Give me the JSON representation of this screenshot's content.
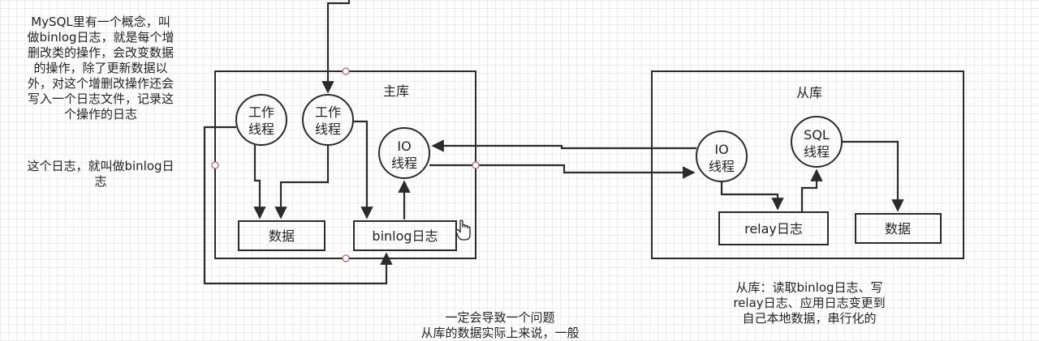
{
  "notes": {
    "left_note": "MySQL里有一个概念，叫\n做binlog日志，就是每个增\n删改类的操作，会改变数据\n的操作，除了更新数据以\n外，对这个增删改操作还会\n写入一个日志文件，记录这\n个操作的日志",
    "left_note2": "这个日志，就叫做binlog日\n志",
    "right_note": "从库：读取binlog日志、写\nrelay日志、应用日志变更到\n自己本地数据，串行化的",
    "bottom_note": "一定会导致一个问题\n从库的数据实际上来说，一般"
  },
  "master": {
    "title": "主库",
    "worker1": [
      "工作",
      "线程"
    ],
    "worker2": [
      "工作",
      "线程"
    ],
    "io": [
      "IO",
      "线程"
    ],
    "data": "数据",
    "binlog": "binlog日志"
  },
  "slave": {
    "title": "从库",
    "io": [
      "IO",
      "线程"
    ],
    "sql": [
      "SQL",
      "线程"
    ],
    "relay": "relay日志",
    "data": "数据"
  },
  "colors": {
    "stroke": "#2b2b2b",
    "connector": "#b85c6e"
  }
}
